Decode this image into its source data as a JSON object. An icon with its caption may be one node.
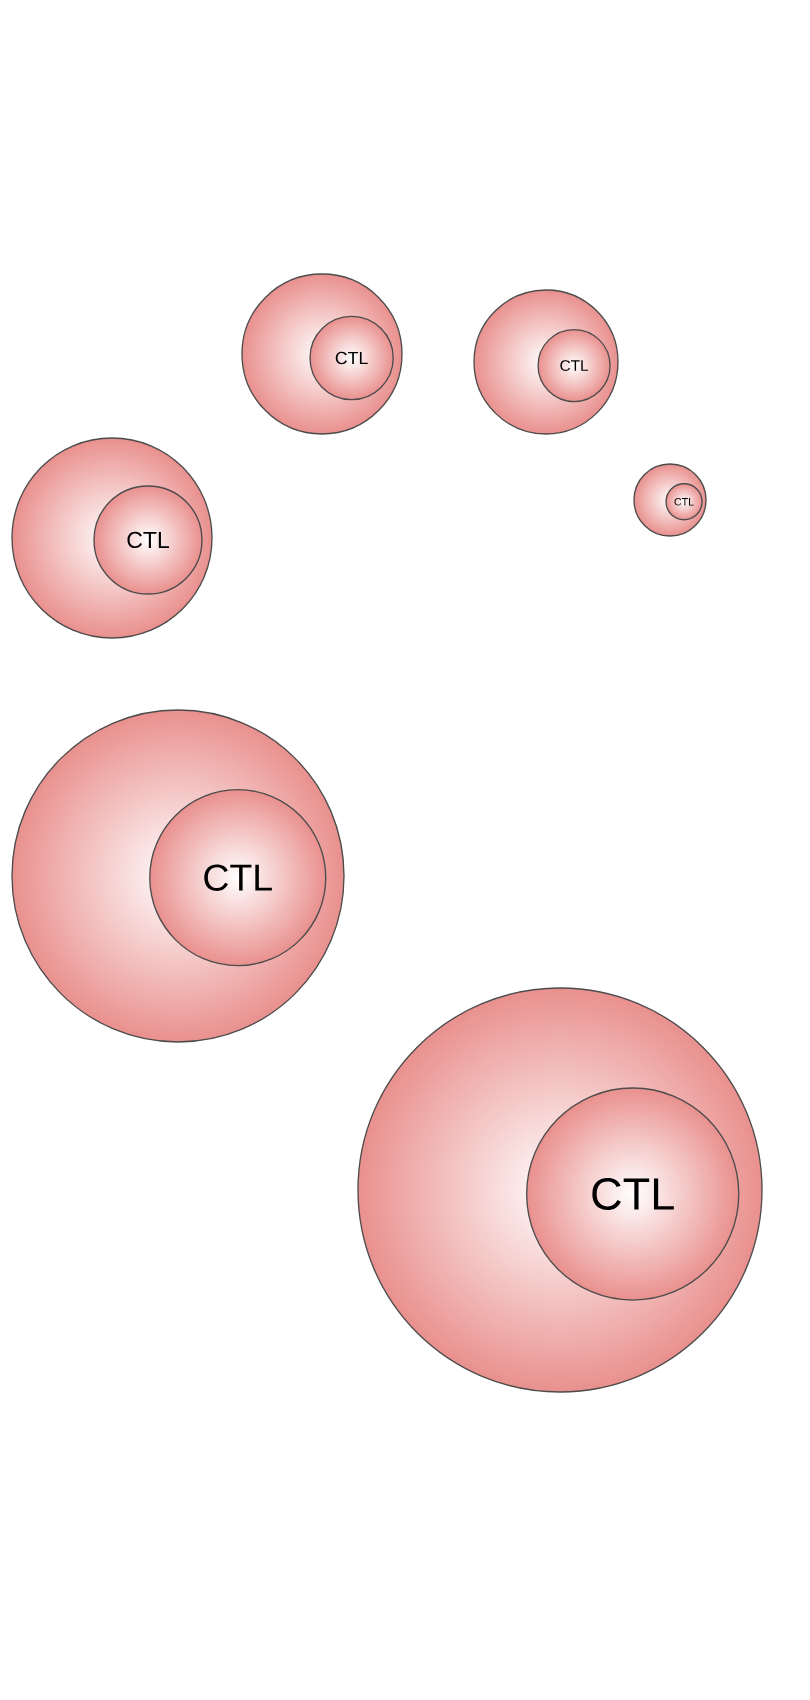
{
  "diagram": {
    "nodes": [
      {
        "text": [],
        "shape": "circle"
      },
      {
        "text": [
          "CTL"
        ],
        "in": 0
      },
      {
        "text": [],
        "shape": "circle"
      },
      {
        "text": [
          "CTL"
        ],
        "in": 2
      },
      {
        "text": [],
        "shape": "circle"
      },
      {
        "text": [
          "CTL"
        ],
        "in": 4
      },
      {
        "text": [],
        "shape": "circle"
      },
      {
        "text": [
          "CTL"
        ],
        "in": 6
      },
      {
        "text": [],
        "shape": "circle"
      },
      {
        "text": [
          "CTL"
        ],
        "in": 8
      },
      {
        "text": [],
        "shape": "circle"
      },
      {
        "text": [
          "CTL"
        ],
        "in": 10
      }
    ]
  }
}
